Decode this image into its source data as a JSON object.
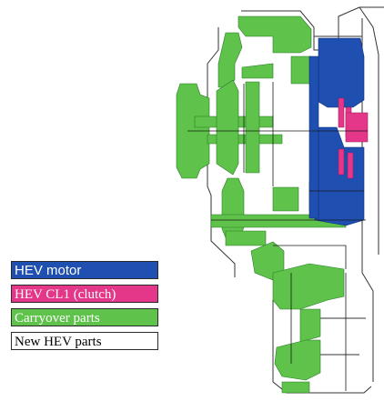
{
  "legend": {
    "items": [
      {
        "label": "HEV motor",
        "color": "#1f4fb0"
      },
      {
        "label": "HEV CL1 (clutch)",
        "color": "#e5378a"
      },
      {
        "label": "Carryover parts",
        "color": "#5fc24a"
      },
      {
        "label": "New HEV parts",
        "color": "#ffffff"
      }
    ]
  }
}
